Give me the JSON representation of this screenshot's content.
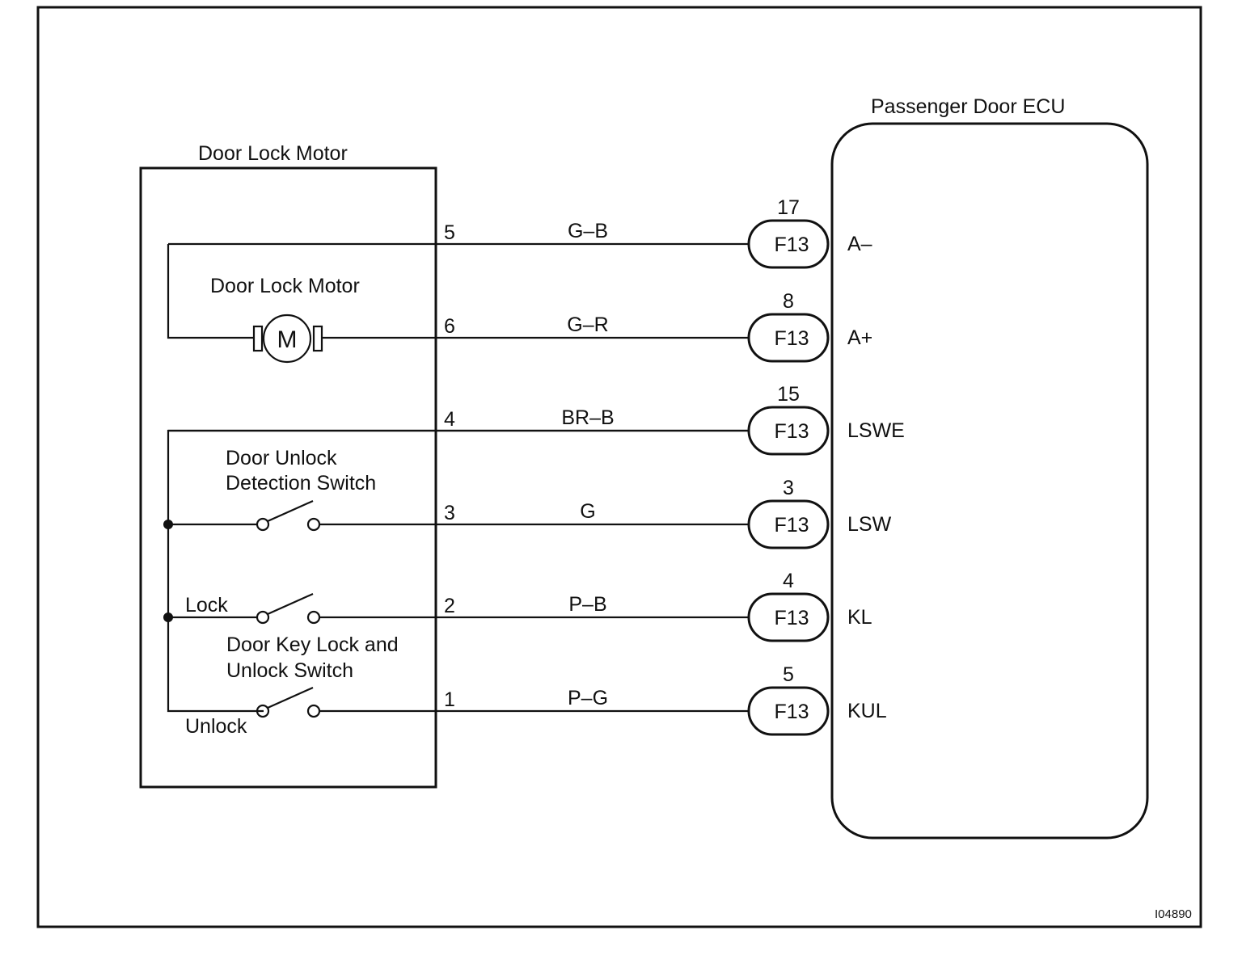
{
  "diagram": {
    "drawing_code": "I04890",
    "motor_assembly": {
      "title": "Door Lock Motor",
      "motor_label": "Door Lock Motor",
      "motor_symbol": "M",
      "unlock_detection_switch_label_line1": "Door Unlock",
      "unlock_detection_switch_label_line2": "Detection Switch",
      "key_switch_label_line1": "Door Key Lock and",
      "key_switch_label_line2": "Unlock Switch",
      "lock_label": "Lock",
      "unlock_label": "Unlock"
    },
    "ecu": {
      "title": "Passenger Door ECU"
    },
    "wires": [
      {
        "motor_pin": "5",
        "color": "G–B",
        "connector": "F13",
        "ecu_pin": "17",
        "terminal": "A–"
      },
      {
        "motor_pin": "6",
        "color": "G–R",
        "connector": "F13",
        "ecu_pin": "8",
        "terminal": "A+"
      },
      {
        "motor_pin": "4",
        "color": "BR–B",
        "connector": "F13",
        "ecu_pin": "15",
        "terminal": "LSWE"
      },
      {
        "motor_pin": "3",
        "color": "G",
        "connector": "F13",
        "ecu_pin": "3",
        "terminal": "LSW"
      },
      {
        "motor_pin": "2",
        "color": "P–B",
        "connector": "F13",
        "ecu_pin": "4",
        "terminal": "KL"
      },
      {
        "motor_pin": "1",
        "color": "P–G",
        "connector": "F13",
        "ecu_pin": "5",
        "terminal": "KUL"
      }
    ]
  }
}
